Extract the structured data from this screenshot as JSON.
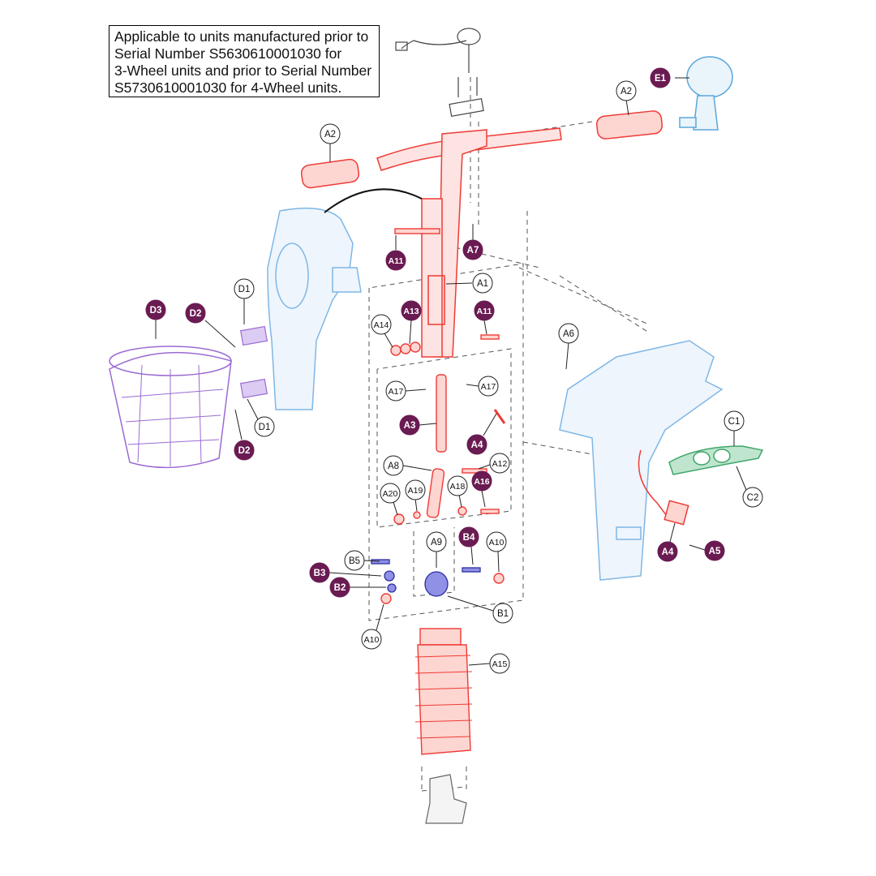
{
  "note": {
    "lines": [
      "Applicable to units manufactured prior to",
      "Serial Number S5630610001030 for",
      "3-Wheel units and prior to Serial Number",
      "S5730610001030 for 4-Wheel units."
    ]
  },
  "colors": {
    "red": "#ef3b36",
    "blue": "#7fb7e6",
    "purple": "#9a6bd3",
    "green": "#3fa66a",
    "navy": "#2d2f9e",
    "callout_fill": "#6a1b52",
    "line": "#444444"
  },
  "callouts": {
    "A1": "A1",
    "A2": "A2",
    "A3": "A3",
    "A4": "A4",
    "A5": "A5",
    "A6": "A6",
    "A7": "A7",
    "A8": "A8",
    "A9": "A9",
    "A10": "A10",
    "A11": "A11",
    "A12": "A12",
    "A13": "A13",
    "A14": "A14",
    "A15": "A15",
    "A16": "A16",
    "A17": "A17",
    "A18": "A18",
    "A19": "A19",
    "A20": "A20",
    "B1": "B1",
    "B2": "B2",
    "B3": "B3",
    "B4": "B4",
    "B5": "B5",
    "C1": "C1",
    "C2": "C2",
    "D1": "D1",
    "D2": "D2",
    "D3": "D3",
    "E1": "E1"
  }
}
